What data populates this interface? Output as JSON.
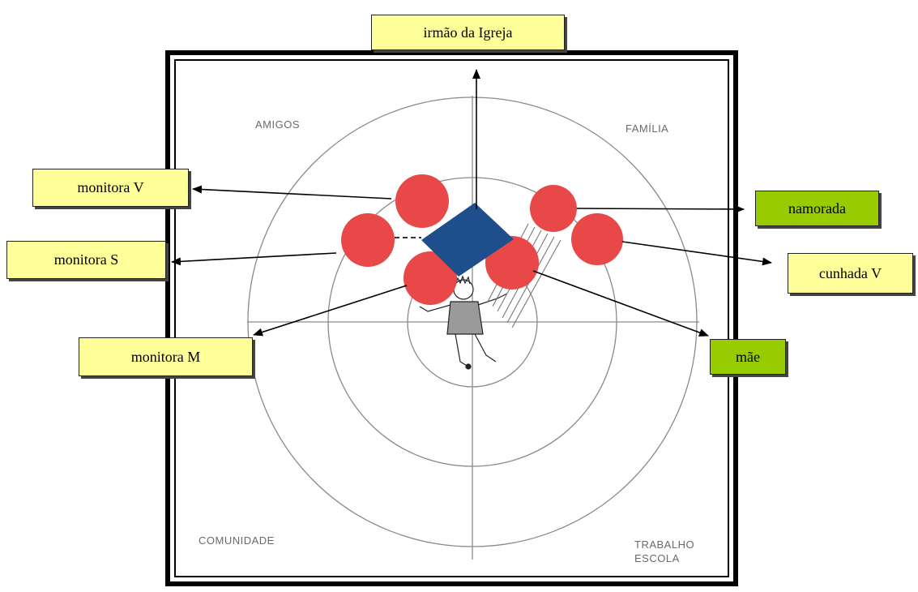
{
  "quadrants": {
    "top_left": "AMIGOS",
    "top_right": "FAMÍLIA",
    "bottom_left": "COMUNIDADE",
    "bottom_right_line1": "TRABALHO",
    "bottom_right_line2": "ESCOLA"
  },
  "callouts": {
    "irmao_da_igreja": "irmão da Igreja",
    "monitora_v": "monitora V",
    "monitora_s": "monitora S",
    "monitora_m": "monitora M",
    "namorada": "namorada",
    "cunhada_v": "cunhada V",
    "mae": "mãe"
  },
  "colors": {
    "callout_yellow": "#ffff99",
    "callout_green": "#99cc00",
    "person_circle": "#e84848",
    "square_piece": "#1f4e8c",
    "frame": "#000000",
    "circle_lines": "#8a8a8a"
  }
}
